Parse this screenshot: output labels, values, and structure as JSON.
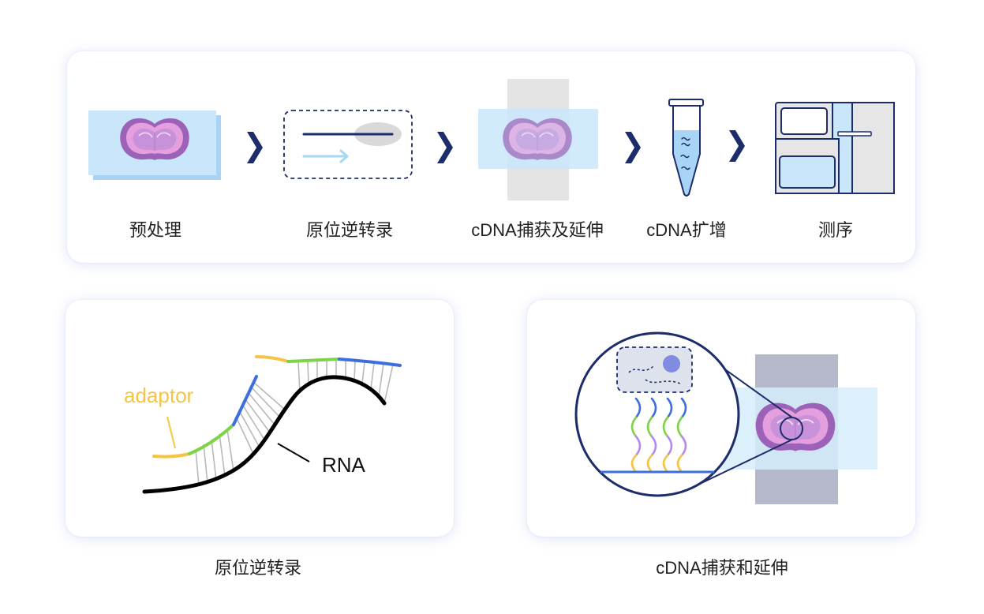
{
  "workflow": {
    "steps": [
      {
        "label": "预处理",
        "icon": "tissue-slide-icon"
      },
      {
        "label": "原位逆转录",
        "icon": "reverse-transcription-icon"
      },
      {
        "label": "cDNA捕获及延伸",
        "icon": "capture-slide-icon"
      },
      {
        "label": "cDNA扩增",
        "icon": "pcr-tube-icon"
      },
      {
        "label": "测序",
        "icon": "sequencer-icon"
      }
    ],
    "separator_icon": "chevron-right-icon"
  },
  "rt_panel": {
    "adaptor_label": "adaptor",
    "rna_label": "RNA",
    "caption": "原位逆转录"
  },
  "capture_panel": {
    "caption": "cDNA捕获和延伸",
    "icons": [
      "magnifier-circle-icon",
      "brain-section-icon",
      "capture-probe-icon"
    ]
  },
  "colors": {
    "navy": "#1d2c6b",
    "yellow": "#f6c444",
    "green": "#7ed348",
    "blue": "#3d6ee0",
    "purple": "#b58af0",
    "slide": "#c9e6fb",
    "slide_edge": "#a9d3f5",
    "gray": "#e4e4e4",
    "slate": "#b4b8c9",
    "text": "#222222"
  }
}
